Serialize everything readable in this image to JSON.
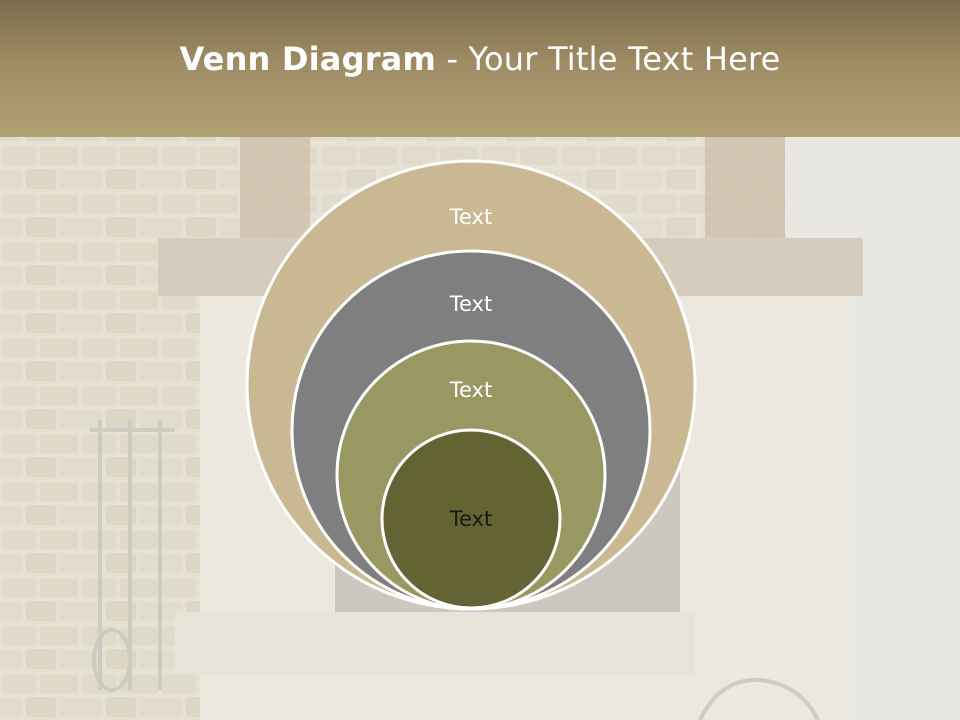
{
  "slide": {
    "title_bold": "Venn Diagram",
    "title_rest": " - Your Title Text Here"
  },
  "diagram": {
    "type": "nested-circles",
    "circles": [
      {
        "label": "Text",
        "fill": "#c9b892",
        "text_color": "#ffffff"
      },
      {
        "label": "Text",
        "fill": "#7f7f7f",
        "text_color": "#ffffff"
      },
      {
        "label": "Text",
        "fill": "#999862",
        "text_color": "#ffffff"
      },
      {
        "label": "Text",
        "fill": "#646334",
        "text_color": "#1a1a10"
      }
    ],
    "outline_color": "#ffffff"
  },
  "colors": {
    "header": "#a8946a",
    "background": "#e6e1d4"
  }
}
